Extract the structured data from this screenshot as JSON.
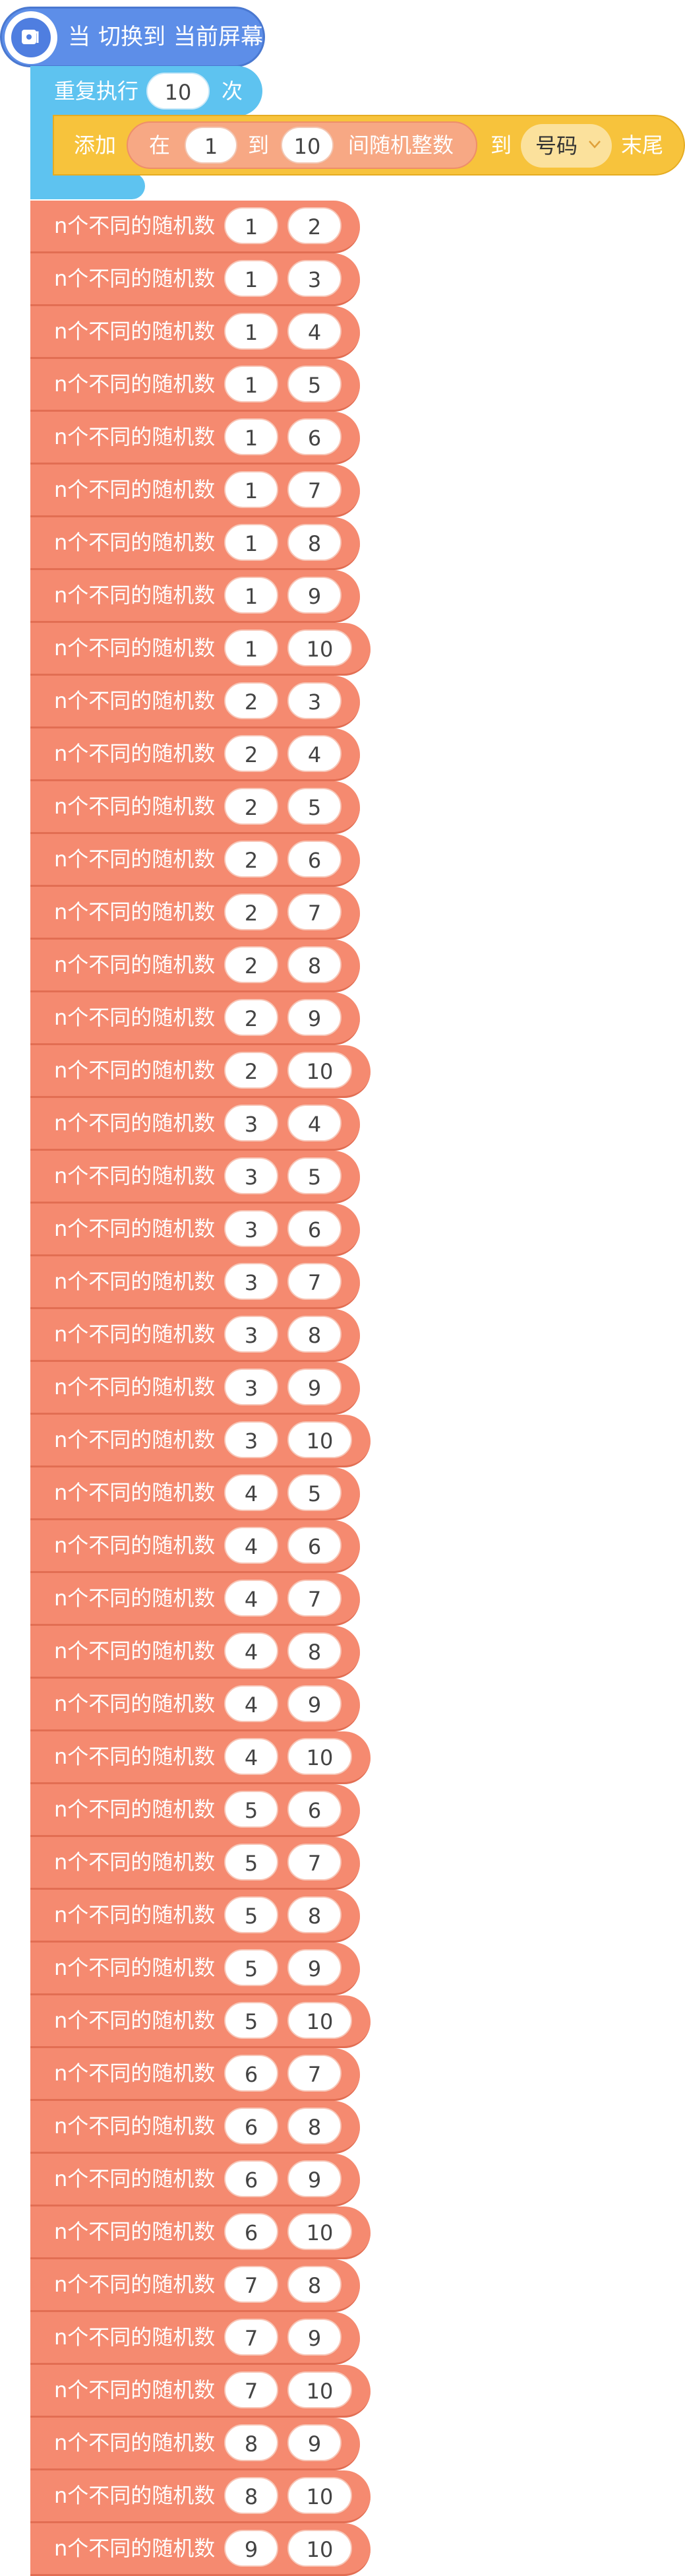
{
  "event": {
    "words": [
      "当",
      "切换到",
      "当前屏幕"
    ],
    "icon": "screen-switch-icon",
    "color": "#5d8ee8"
  },
  "repeat": {
    "label": "重复执行",
    "count": "10",
    "suffix": "次",
    "color": "#5ec3f0"
  },
  "add_block": {
    "label": "添加",
    "random_prefix": "在",
    "min": "1",
    "between": "到",
    "max": "10",
    "random_suffix": "间随机整数",
    "to": "到",
    "list_name": "号码",
    "end": "末尾",
    "color": "#f7c33c"
  },
  "calls": {
    "label": "n个不同的随机数",
    "color": "#f58a70",
    "items": [
      [
        "1",
        "2"
      ],
      [
        "1",
        "3"
      ],
      [
        "1",
        "4"
      ],
      [
        "1",
        "5"
      ],
      [
        "1",
        "6"
      ],
      [
        "1",
        "7"
      ],
      [
        "1",
        "8"
      ],
      [
        "1",
        "9"
      ],
      [
        "1",
        "10"
      ],
      [
        "2",
        "3"
      ],
      [
        "2",
        "4"
      ],
      [
        "2",
        "5"
      ],
      [
        "2",
        "6"
      ],
      [
        "2",
        "7"
      ],
      [
        "2",
        "8"
      ],
      [
        "2",
        "9"
      ],
      [
        "2",
        "10"
      ],
      [
        "3",
        "4"
      ],
      [
        "3",
        "5"
      ],
      [
        "3",
        "6"
      ],
      [
        "3",
        "7"
      ],
      [
        "3",
        "8"
      ],
      [
        "3",
        "9"
      ],
      [
        "3",
        "10"
      ],
      [
        "4",
        "5"
      ],
      [
        "4",
        "6"
      ],
      [
        "4",
        "7"
      ],
      [
        "4",
        "8"
      ],
      [
        "4",
        "9"
      ],
      [
        "4",
        "10"
      ],
      [
        "5",
        "6"
      ],
      [
        "5",
        "7"
      ],
      [
        "5",
        "8"
      ],
      [
        "5",
        "9"
      ],
      [
        "5",
        "10"
      ],
      [
        "6",
        "7"
      ],
      [
        "6",
        "8"
      ],
      [
        "6",
        "9"
      ],
      [
        "6",
        "10"
      ],
      [
        "7",
        "8"
      ],
      [
        "7",
        "9"
      ],
      [
        "7",
        "10"
      ],
      [
        "8",
        "9"
      ],
      [
        "8",
        "10"
      ],
      [
        "9",
        "10"
      ]
    ]
  }
}
